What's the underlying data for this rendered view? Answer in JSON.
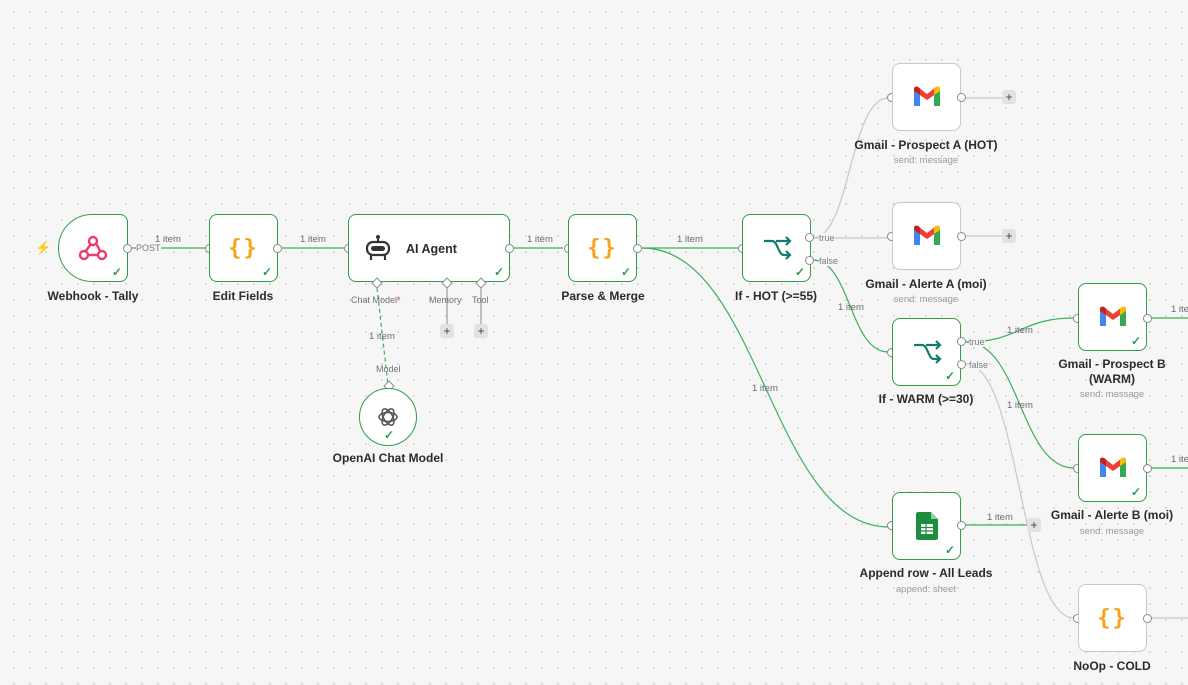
{
  "nodes": {
    "webhook": {
      "label": "Webhook - Tally",
      "method": "POST"
    },
    "edit_fields": {
      "label": "Edit Fields"
    },
    "ai_agent": {
      "label": "AI Agent",
      "ports": {
        "chat_model": "Chat Model",
        "required": "*",
        "memory": "Memory",
        "tool": "Tool"
      }
    },
    "openai": {
      "label": "OpenAI Chat Model",
      "port": "Model"
    },
    "parse_merge": {
      "label": "Parse & Merge"
    },
    "if_hot": {
      "label": "If - HOT (>=55)",
      "true": "true",
      "false": "false"
    },
    "if_warm": {
      "label": "If - WARM (>=30)",
      "true": "true",
      "false": "false"
    },
    "gmail_prospect_a": {
      "label": "Gmail - Prospect A (HOT)",
      "sub": "send: message"
    },
    "gmail_alerte_a": {
      "label": "Gmail - Alerte A (moi)",
      "sub": "send: message"
    },
    "gmail_prospect_b": {
      "label": "Gmail - Prospect B (WARM)",
      "sub": "send: message"
    },
    "gmail_alerte_b": {
      "label": "Gmail - Alerte B (moi)",
      "sub": "send: message"
    },
    "append_row": {
      "label": "Append row - All Leads",
      "sub": "append: sheet"
    },
    "noop": {
      "label": "NoOp - COLD"
    }
  },
  "wire_labels": {
    "w1": "1 item",
    "w2": "1 item",
    "w3": "1 item",
    "w4": "1 item",
    "model": "1 item",
    "sheet": "1 item",
    "if_warm": "1 item",
    "warm_true": "1 item",
    "warm_false": "1 item",
    "append_out": "1 item",
    "b_out": "1 item",
    "b2_out": "1 item"
  },
  "icons": {
    "webhook": "webhook-icon",
    "edit": "braces-icon",
    "agent": "robot-icon",
    "openai": "openai-icon",
    "if": "branch-icon",
    "gmail": "gmail-icon",
    "sheets": "google-sheets-icon",
    "trigger": "lightning-icon"
  },
  "colors": {
    "success": "#2f9e44",
    "webhook": "#e83e6c",
    "braces": "#f7a21b",
    "if": "#127a6e",
    "sheets": "#1e8e3e"
  },
  "ui": {
    "plus": "+",
    "check": "✓",
    "bolt": "⚡"
  }
}
